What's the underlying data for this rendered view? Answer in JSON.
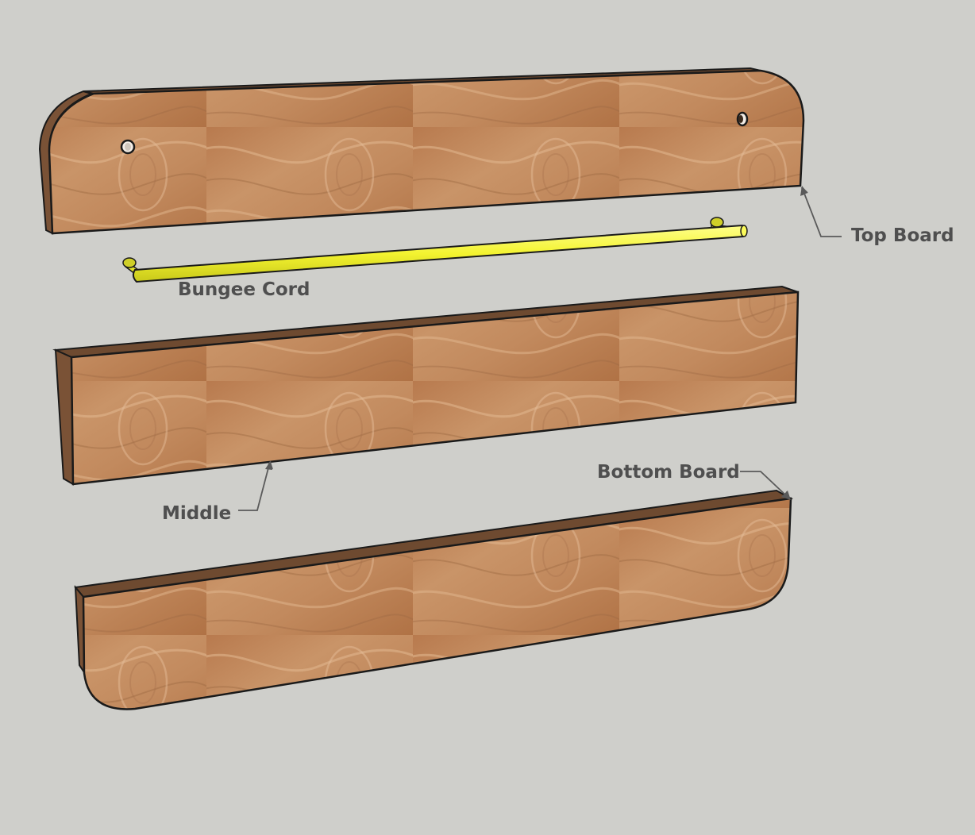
{
  "labels": {
    "top_board": "Top Board",
    "bungee_cord": "Bungee Cord",
    "middle": "Middle",
    "bottom_board": "Bottom Board"
  },
  "colors": {
    "background": "#cfcfcb",
    "wood_face": "#c48a5c",
    "wood_edge": "#6e4a30",
    "bungee": "#f5f53a",
    "leader": "#5a5a5a",
    "outline": "#1a1a1a"
  }
}
